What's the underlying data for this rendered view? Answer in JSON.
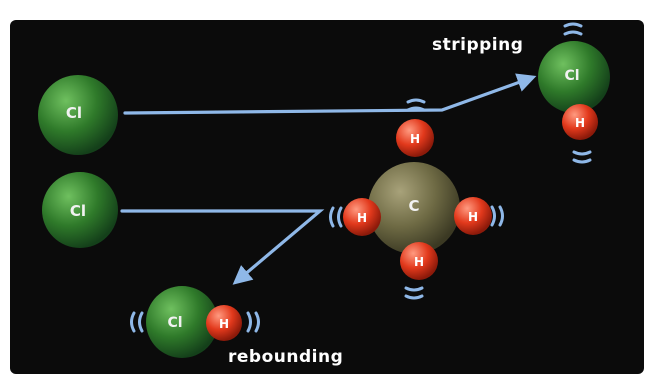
{
  "diagram": {
    "captions": {
      "stripping": "stripping",
      "rebounding": "rebounding"
    },
    "atoms": {
      "chlorine_label": "Cl",
      "carbon_label": "C",
      "hydrogen_label": "H"
    },
    "colors": {
      "background": "#0b0b0b",
      "chlorine": "#2f7a2a",
      "carbon": "#6e6a44",
      "hydrogen": "#e2391c",
      "arrow": "#8fb8e8",
      "caption": "#ffffff"
    }
  }
}
